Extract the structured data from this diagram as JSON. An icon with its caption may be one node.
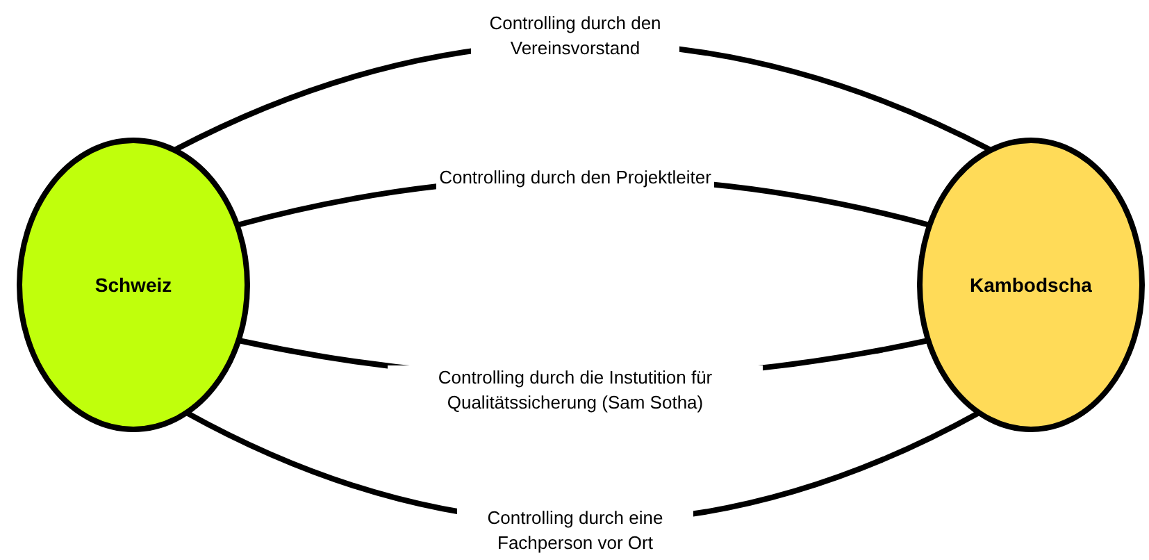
{
  "diagram": {
    "nodes": [
      {
        "text": [
          "Schweiz"
        ]
      },
      {
        "text": [
          "Kambodscha"
        ]
      }
    ],
    "edges": [
      {
        "from": 0,
        "to": 1,
        "arrow": "none",
        "label": "Controlling durch den Vereinsvorstand"
      },
      {
        "from": 0,
        "to": 1,
        "arrow": "none",
        "label": "Controlling durch den Projektleiter"
      },
      {
        "from": 0,
        "to": 1,
        "arrow": "none",
        "label": "Controlling durch die Instutition für Qualitätssicherung (Sam Sotha)"
      },
      {
        "from": 0,
        "to": 1,
        "arrow": "none",
        "label": "Controlling durch eine Fachperson vor Ort"
      }
    ]
  }
}
